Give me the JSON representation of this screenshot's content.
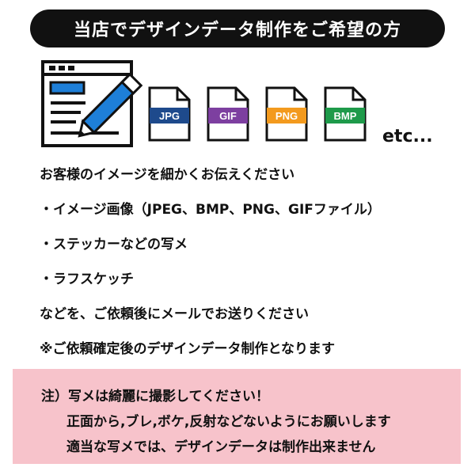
{
  "header": {
    "title": "当店でデザインデータ制作をご希望の方"
  },
  "files": [
    {
      "label": "JPG",
      "color": "#1e4a8c"
    },
    {
      "label": "GIF",
      "color": "#7d3fa0"
    },
    {
      "label": "PNG",
      "color": "#f39a1e"
    },
    {
      "label": "BMP",
      "color": "#1e9a4a"
    }
  ],
  "etc_label": "etc...",
  "body_lines": [
    "お客様のイメージを細かくお伝えください",
    "・イメージ画像（JPEG、BMP、PNG、GIFファイル）",
    "・ステッカーなどの写メ",
    "・ラフスケッチ",
    "などを、ご依頼後にメールでお送りください",
    "※ご依頼確定後のデザインデータ制作となります"
  ],
  "notes": [
    "注）写メは綺麗に撮影してください！",
    "正面から,ブレ,ボケ,反射などないようにお願いします",
    "適当な写メでは、デザインデータは制作出来ません"
  ],
  "colors": {
    "accent_blue": "#1e7fd8",
    "note_bg": "#f7c3cb"
  }
}
